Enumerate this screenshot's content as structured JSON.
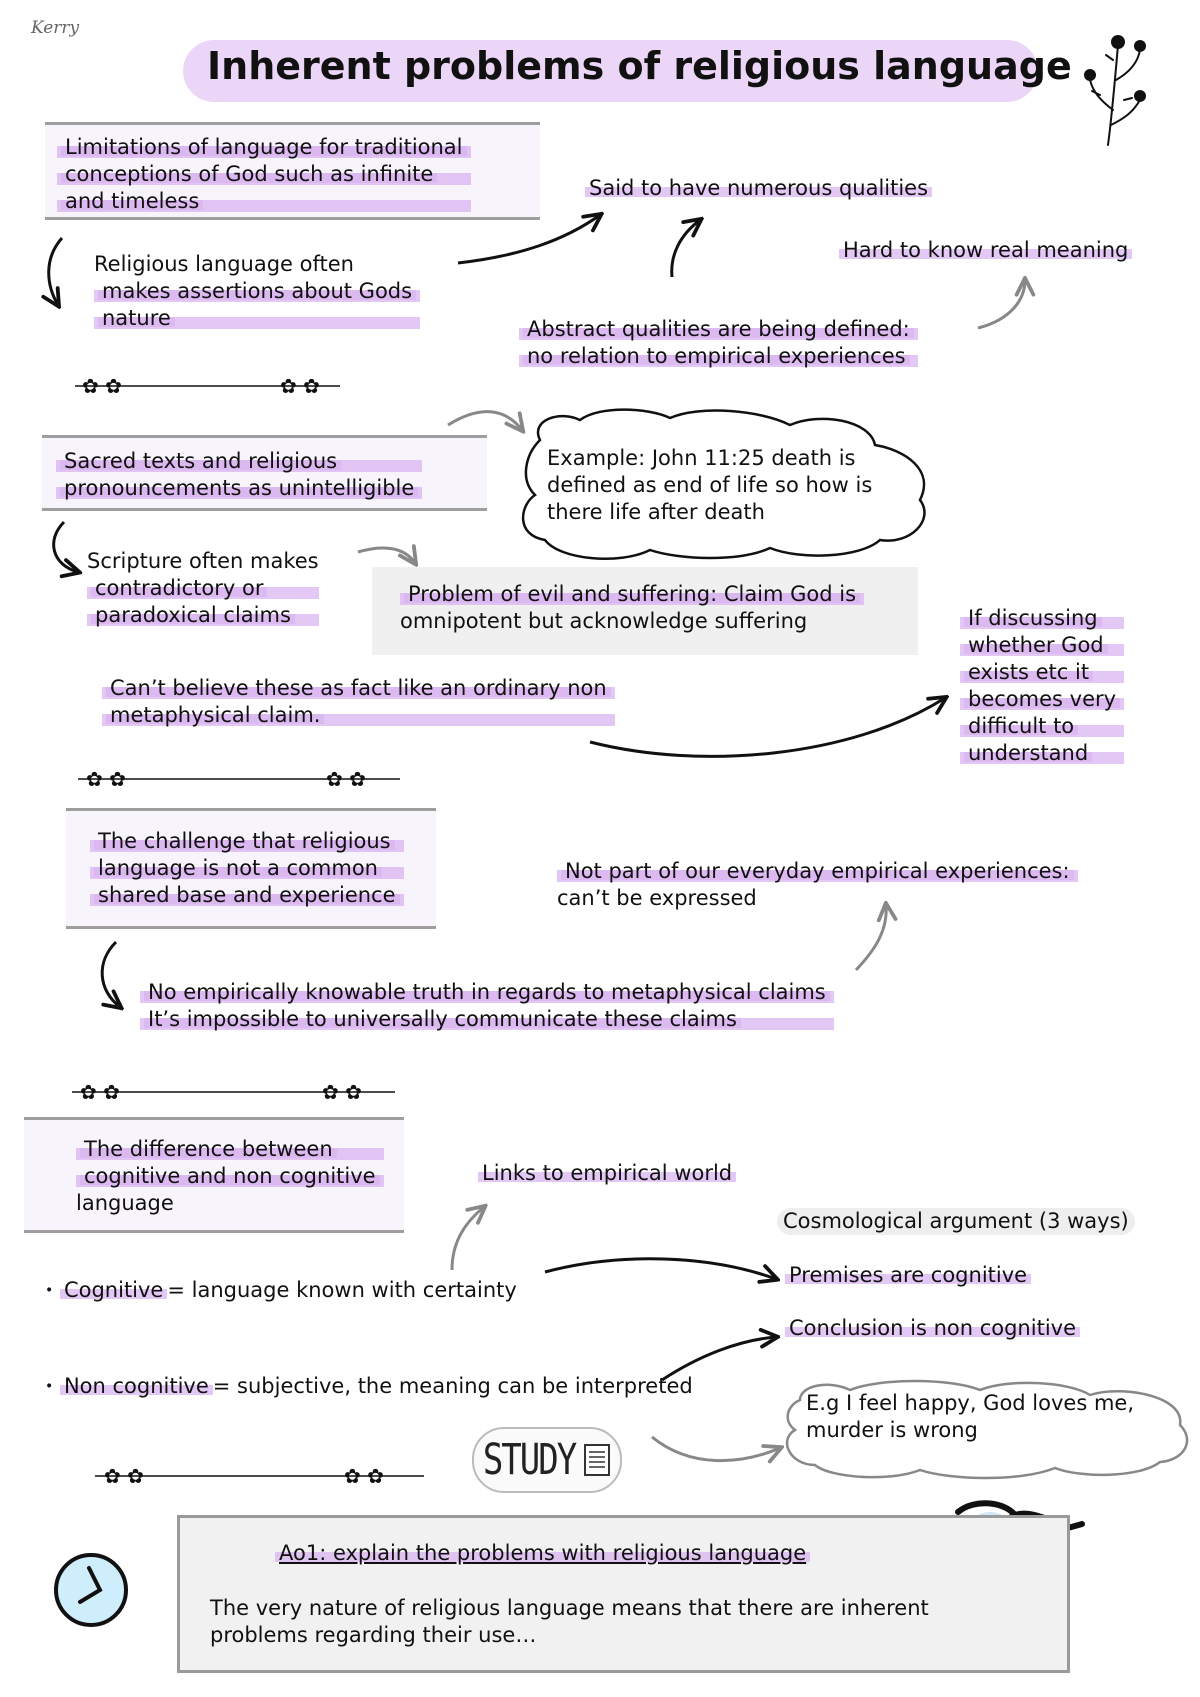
{
  "author": "Kerry",
  "title": "Inherent problems of religious language",
  "section1": {
    "heading": [
      "Limitations of language for traditional",
      "conceptions of God such as infinite",
      "and timeless"
    ],
    "point": [
      "Religious language often",
      "makes assertions about Gods",
      "nature"
    ],
    "qualities": "Said to have numerous qualities",
    "meaning": "Hard to know real meaning",
    "abstract": [
      "Abstract qualities are being defined:",
      "no relation to empirical experiences"
    ]
  },
  "section2": {
    "heading": [
      "Sacred texts and religious",
      "pronouncements as unintelligible"
    ],
    "example": [
      "Example: John 11:25 death is",
      "defined as end of life so how is",
      "there life after death"
    ],
    "scripture": [
      "Scripture often makes",
      "contradictory or",
      "paradoxical claims"
    ],
    "evil": [
      "Problem of evil and suffering:  Claim God is",
      "omnipotent but acknowledge suffering"
    ],
    "discussing": [
      "If discussing",
      "whether God",
      "exists etc it",
      "becomes very",
      "difficult to",
      "understand"
    ],
    "believe": [
      "Can’t believe these as fact like an ordinary non",
      "metaphysical claim."
    ]
  },
  "section3": {
    "heading": [
      "The challenge that religious",
      "language is not a common",
      "shared base and experience"
    ],
    "notpart": [
      "Not part of our everyday empirical experiences:",
      "can’t be expressed"
    ],
    "truth": [
      "No empirically knowable truth in regards to metaphysical claims",
      "It’s impossible to universally communicate these claims"
    ]
  },
  "section4": {
    "heading": [
      "The difference between",
      "cognitive and non cognitive",
      "language"
    ],
    "links": "Links to empirical world",
    "cosmo": "Cosmological argument (3 ways)",
    "premises": "Premises are cognitive",
    "conclusion": "Conclusion is non cognitive",
    "bullets": [
      {
        "term": "Cognitive",
        "rest": "= language known with certainty"
      },
      {
        "term": "Non cognitive",
        "rest": "= subjective, the meaning can be interpreted"
      }
    ],
    "example": [
      "E.g I feel happy, God loves me,",
      "murder is wrong"
    ]
  },
  "badge": "STUDY",
  "ao": {
    "heading": "Ao1: explain the problems with religious language",
    "body": [
      "The very nature of religious language means that there are inherent",
      "problems regarding their use…"
    ]
  },
  "icons": [
    "flower-sprig-icon",
    "clock-icon",
    "glasses-icon",
    "notebook-icon",
    "flower-divider-icon"
  ],
  "colors": {
    "highlight": "#dab4f0",
    "title_wash": "#ecd6f8",
    "box_border": "#9e9e9e",
    "grey_box": "#f0f0f0"
  }
}
